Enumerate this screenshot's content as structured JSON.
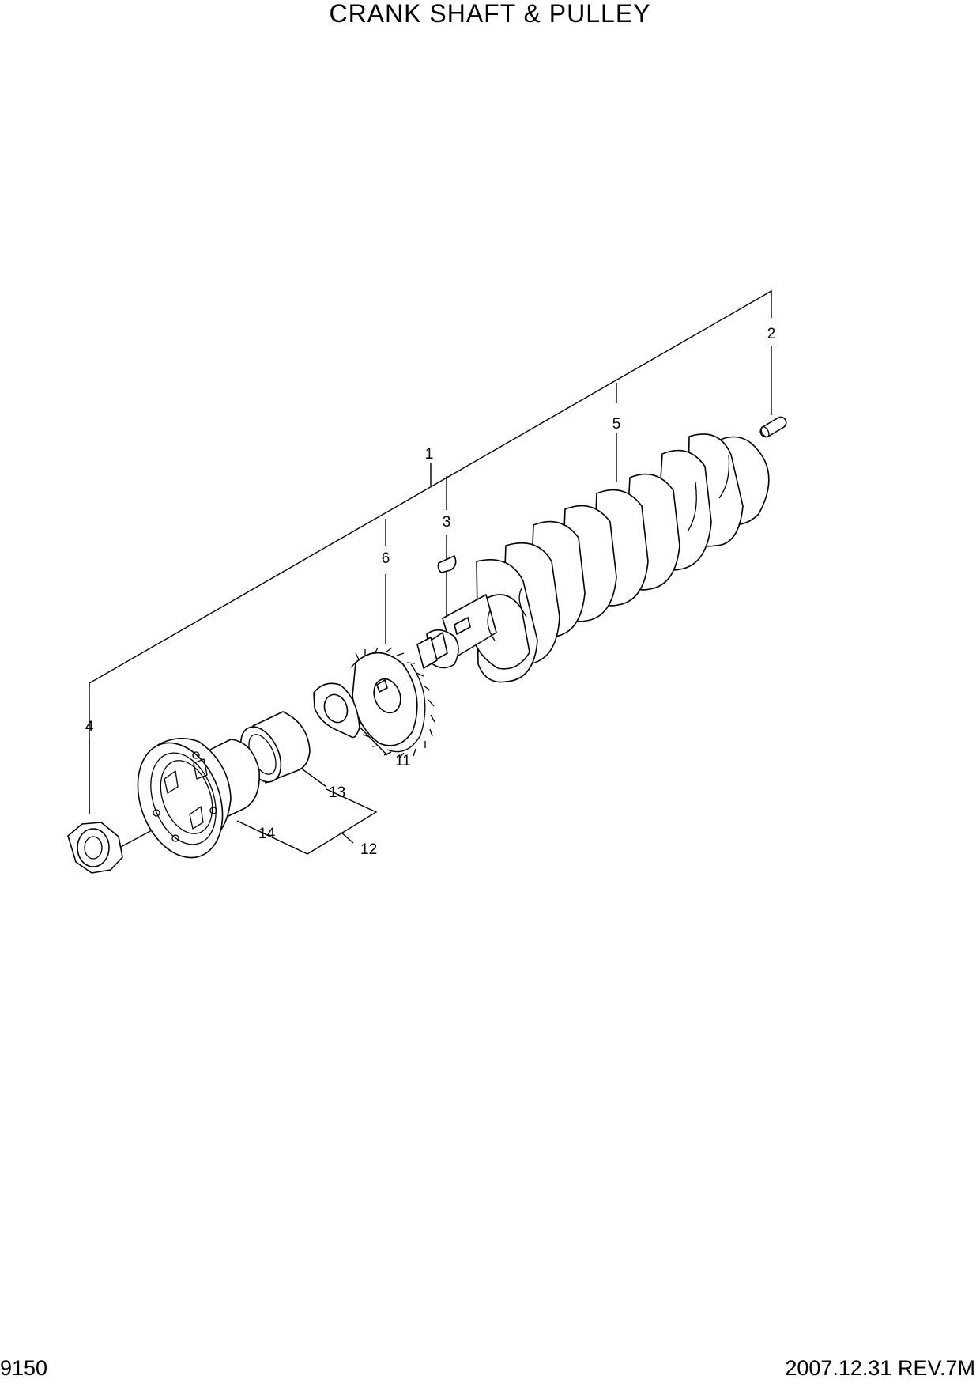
{
  "title": "CRANK SHAFT & PULLEY",
  "page_number": "9150",
  "revision": "2007.12.31  REV.7M",
  "callouts": [
    "1",
    "2",
    "3",
    "4",
    "5",
    "6",
    "11",
    "12",
    "13",
    "14"
  ]
}
